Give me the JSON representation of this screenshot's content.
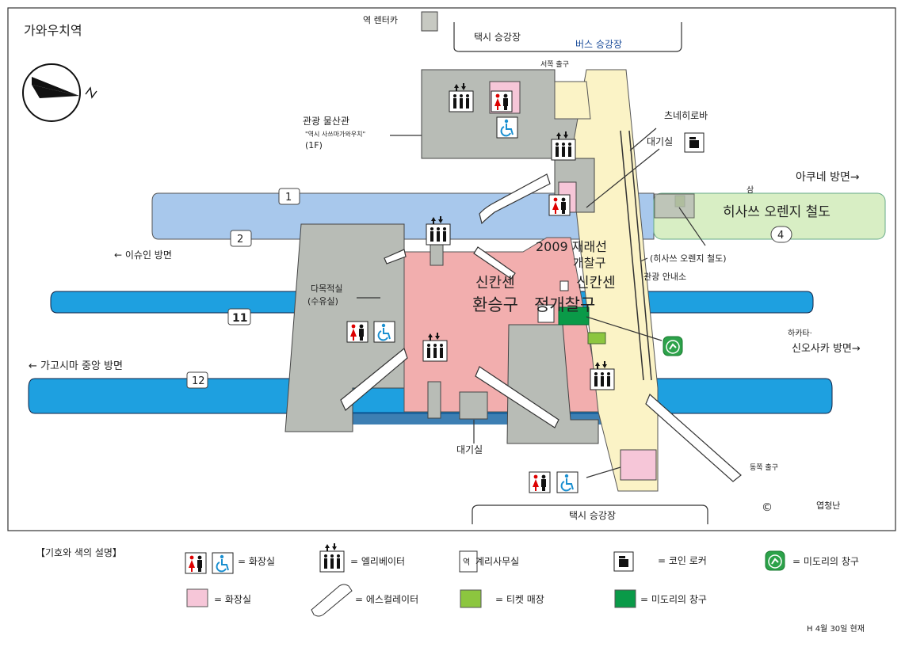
{
  "map": {
    "station_name": "가와우치역",
    "labels": {
      "rentacar": "역 렌터카",
      "taxi_top": "택시 승강장",
      "bus": "버스 승강장",
      "west_exit": "서쪽 출구",
      "tsunehiro": "츠네히로바",
      "waiting_right": "대기실",
      "museum": "관광 물산관",
      "museum_sub": "\"역시 사쓰마가와우치\"",
      "museum_floor": "(1F)",
      "akune": "아쿠네 방면→",
      "sam": "삼",
      "hisatsu": "히사쓰 오렌지 철도",
      "platform_1": "1",
      "platform_2": "2",
      "platform_4": "4",
      "platform_11": "11",
      "platform_12": "12",
      "izumi": "← 이슈인 방면",
      "year_gate": "2009 재래선",
      "gate": "개찰구",
      "hisatsu_paren": "(히사쓰 오렌지 철도)",
      "tourist_info": "관광 안내소",
      "nursing": "다목적실",
      "nursing_sub": "(수유실)",
      "shinkansen_left": "신칸센",
      "transfer": "환승구",
      "shinkansen_right": "신칸센",
      "ticket_gate": "정개찰구",
      "hakata": "하카타·",
      "shin_osaka": "신오사카 방면→",
      "kagoshima": "← 가고시마 중앙 방면",
      "waiting_bottom": "대기실",
      "east_exit": "동쪽 출구",
      "credit": "엽청난",
      "taxi_bottom": "택시 승강장"
    }
  },
  "legend": {
    "title": "【기호와 색의 설명】",
    "toilet": "= 화장실",
    "elevator": "= 엘리베이터",
    "office_prefix": "역",
    "office": "계리사무실",
    "locker": "= 코인 로커",
    "midori": "= 미도리의 창구",
    "toilet_color": "= 화장실",
    "escalator": "= 에스컬레이터",
    "ticket_sales": "= 티켓 매장",
    "midori_color": "= 미도리의 창구",
    "date": "H 4월 30일 현재"
  },
  "colors": {
    "platform_blue_light": "#a8c8ec",
    "platform_blue": "#1ea0e0",
    "concourse_yellow": "#fbf3c6",
    "shinkansen_pink": "#f2aeae",
    "toilet_pink": "#f6c6d8",
    "green_light": "#d8eec4",
    "ticket_green": "#8cc63f",
    "midori_green": "#0a9a48",
    "building_gray": "#b8bcb6"
  }
}
